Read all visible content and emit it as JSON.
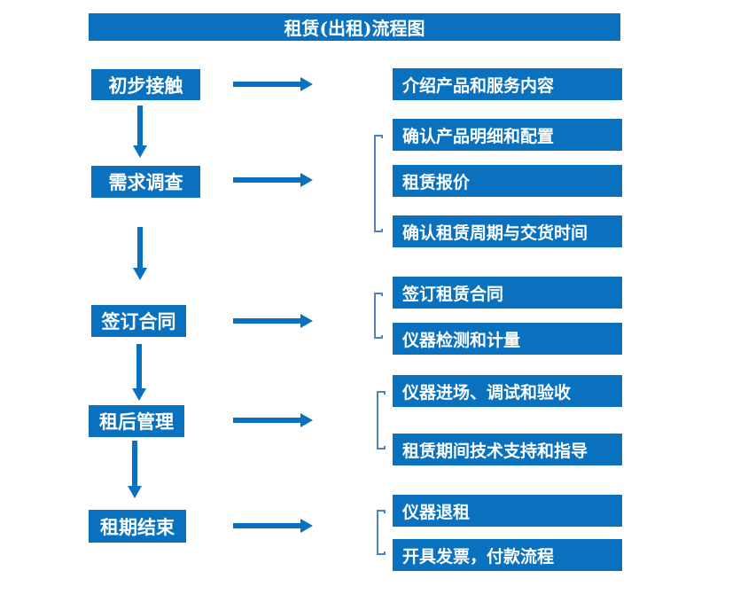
{
  "title": "租赁(出租)流程图",
  "flow": [
    {
      "step": "初步接触",
      "details": [
        "介绍产品和服务内容"
      ]
    },
    {
      "step": "需求调查",
      "details": [
        "确认产品明细和配置",
        "租赁报价",
        "确认租赁周期与交货时间"
      ]
    },
    {
      "step": "签订合同",
      "details": [
        "签订租赁合同",
        "仪器检测和计量"
      ]
    },
    {
      "step": "租后管理",
      "details": [
        "仪器进场、调试和验收",
        "租赁期间技术支持和指导"
      ]
    },
    {
      "step": "租期结束",
      "details": [
        "仪器退租",
        "开具发票，付款流程"
      ]
    }
  ],
  "colors": {
    "primary_blue": "#0971BE",
    "bracket_blue": "#4F81BD",
    "text": "#FFFFFF",
    "background": "#FFFFFF"
  }
}
